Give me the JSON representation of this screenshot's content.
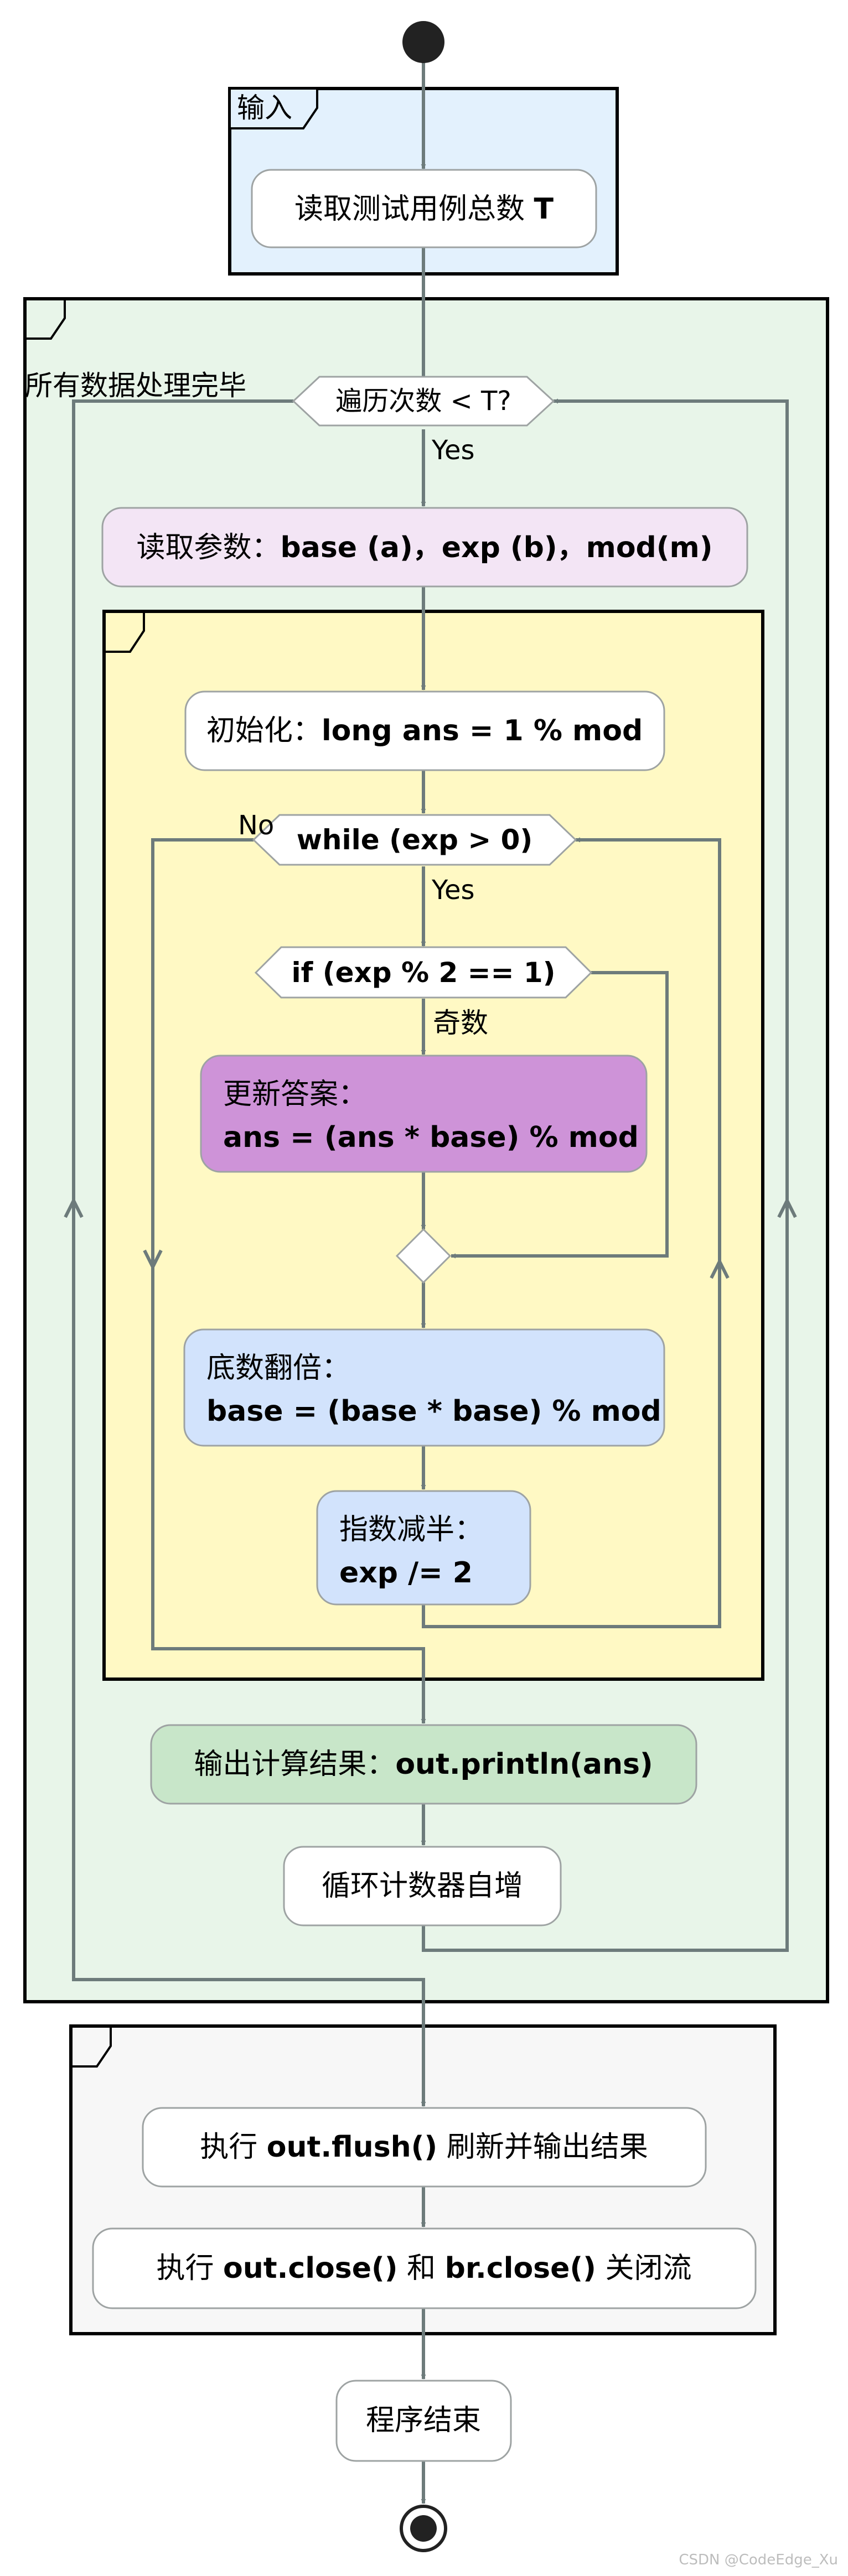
{
  "input_group": {
    "label": "输入"
  },
  "nodes": {
    "read_t": {
      "prefix": "读取测试用例总数 ",
      "bold": "T"
    },
    "loop_cond": "遍历次数 < T?",
    "loop_yes": "Yes",
    "loop_exit": "所有数据处理完毕",
    "read_params": {
      "prefix": "读取参数：",
      "bold": "base (a)，exp (b)，mod(m)"
    },
    "init": {
      "prefix": "初始化：",
      "bold": "long ans = 1 % mod"
    },
    "while_cond": "while (exp > 0)",
    "while_yes": "Yes",
    "while_no": "No",
    "if_cond": "if (exp % 2 == 1)",
    "if_label": "奇数",
    "update": {
      "line1": "更新答案：",
      "line2": "ans = (ans * base) % mod"
    },
    "double": {
      "line1": "底数翻倍：",
      "line2": "base = (base * base) % mod"
    },
    "halve": {
      "line1": "指数减半：",
      "line2": "exp /= 2"
    },
    "output": {
      "prefix": "输出计算结果：",
      "bold": "out.println(ans)"
    },
    "counter": "循环计数器自增",
    "flush": {
      "a": "执行 ",
      "b": "out.flush()",
      "c": " 刷新并输出结果"
    },
    "close": {
      "a": "执行 ",
      "b": "out.close()",
      "c": " 和 ",
      "d": "br.close()",
      "e": " 关闭流"
    },
    "end": "程序结束"
  },
  "colors": {
    "input_bg": "#e3f1fd",
    "loop_bg": "#e8f5e9",
    "inner_bg": "#fff9c4",
    "final_bg": "#f7f7f7",
    "params_bg": "#f3e5f5",
    "update_bg": "#ce93d8",
    "blue_bg": "#d2e3fc",
    "output_bg": "#c8e6c9",
    "line": "#6d7b7b"
  },
  "watermark": "CSDN @CodeEdge_Xu"
}
